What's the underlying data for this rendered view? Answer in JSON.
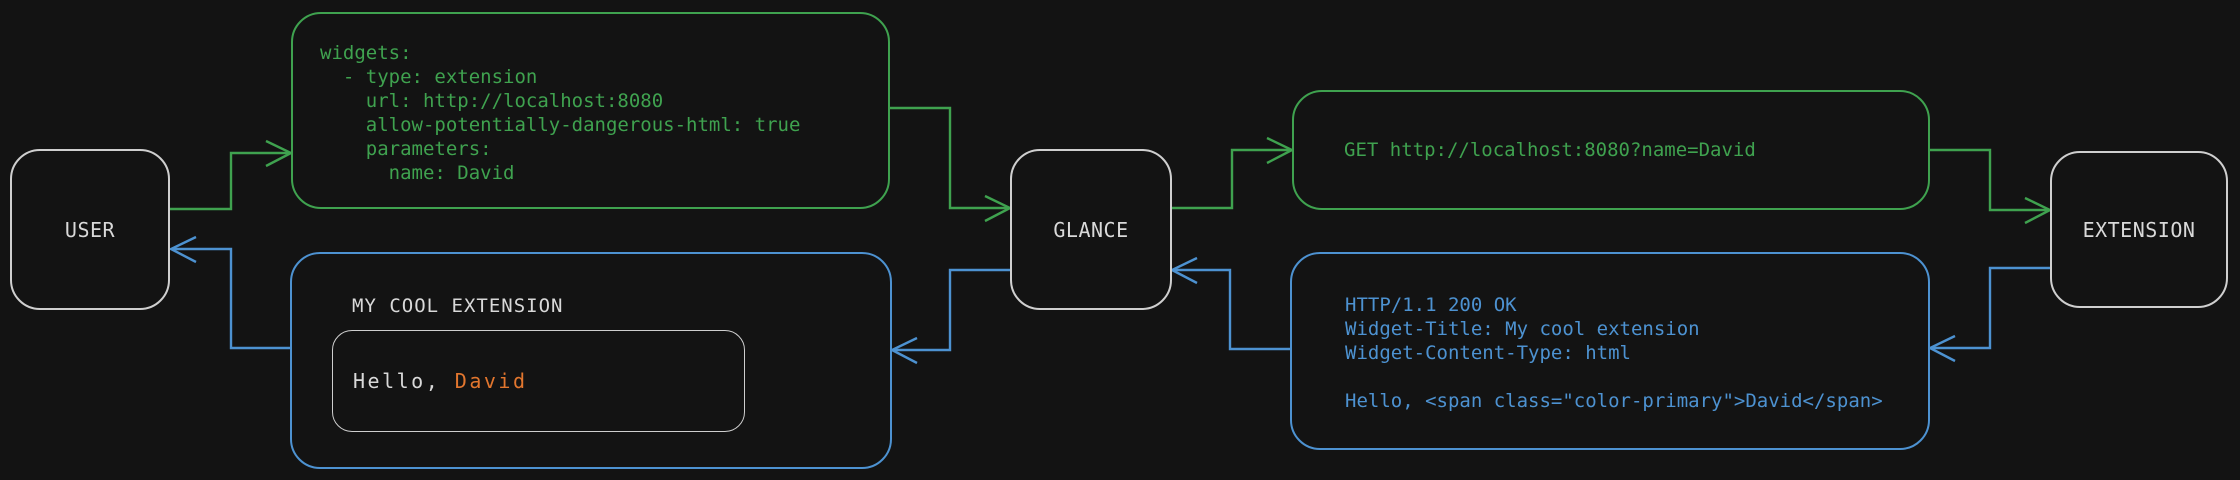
{
  "canvas": {
    "bg": "#131313"
  },
  "colors": {
    "green": "#3fa24f",
    "blue": "#4d92d1",
    "orange": "#e2762e",
    "box_border_gray": "#cfcfcf",
    "text_gray": "#d9d9d9"
  },
  "nodes": {
    "user": {
      "label": "USER"
    },
    "glance": {
      "label": "GLANCE"
    },
    "extension": {
      "label": "EXTENSION"
    }
  },
  "config_snippet": {
    "lines": [
      "widgets:",
      "  - type: extension",
      "    url: http://localhost:8080",
      "    allow-potentially-dangerous-html: true",
      "    parameters:",
      "      name: David"
    ]
  },
  "request_snippet": {
    "text": "GET http://localhost:8080?name=David"
  },
  "response_snippet": {
    "lines": [
      "HTTP/1.1 200 OK",
      "Widget-Title: My cool extension",
      "Widget-Content-Type: html",
      "",
      "Hello, <span class=\"color-primary\">David</span>"
    ]
  },
  "widget_preview": {
    "title": "MY COOL EXTENSION",
    "greeting_prefix": "Hello, ",
    "greeting_name": "David"
  }
}
